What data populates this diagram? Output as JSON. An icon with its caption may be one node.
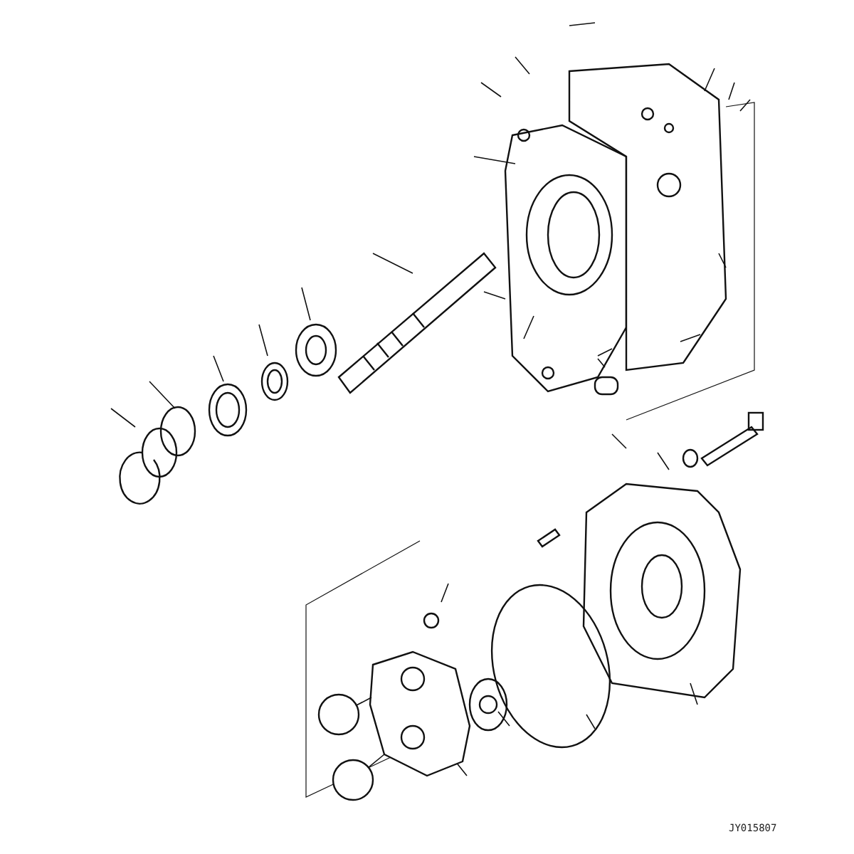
{
  "diagram": {
    "nodes": [
      {
        "text": [],
        "shape": "circle"
      },
      {
        "text": [],
        "shape": "circle"
      },
      {
        "text": [],
        "shape": "picture"
      }
    ],
    "edges": [
      {
        "from": 0,
        "to": 2,
        "arrow": "none"
      },
      {
        "from": 1,
        "to": 2,
        "arrow": "none"
      }
    ],
    "labels": [
      "JY015807"
    ]
  }
}
